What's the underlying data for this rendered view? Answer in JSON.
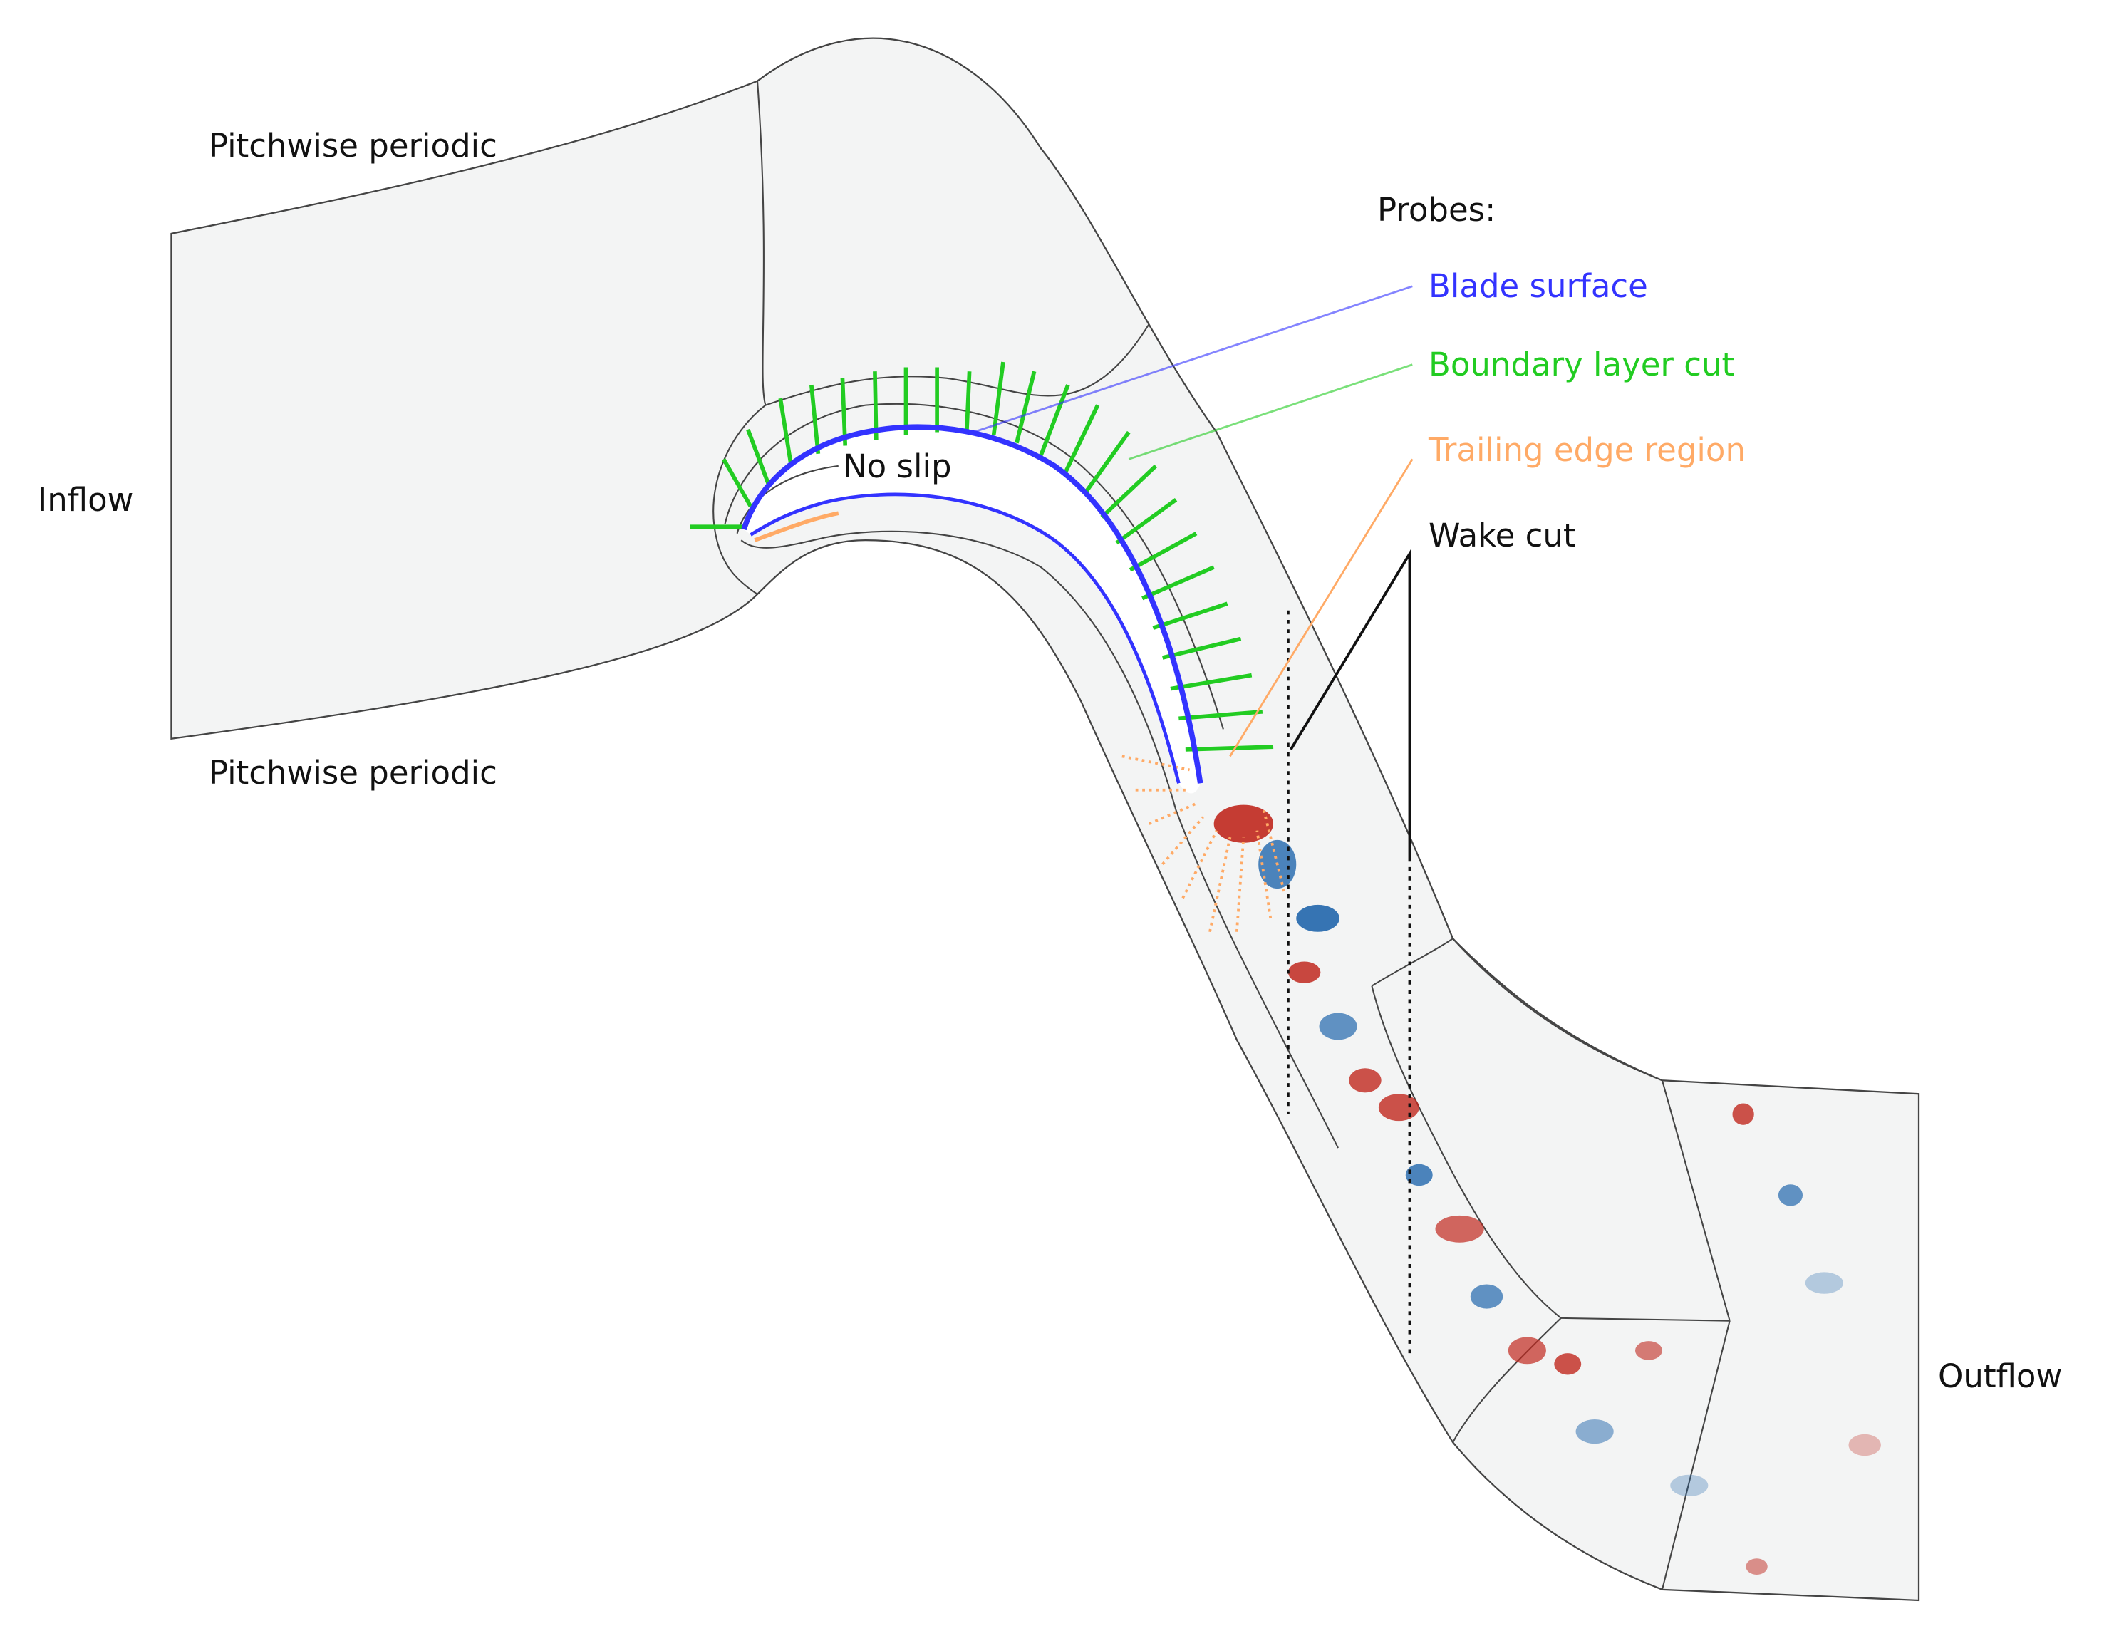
{
  "labels": {
    "pitchwise_top": "Pitchwise periodic",
    "pitchwise_bottom": "Pitchwise periodic",
    "inflow": "Inflow",
    "outflow": "Outflow",
    "no_slip": "No slip",
    "probes_title": "Probes:",
    "blade_surface": "Blade surface",
    "boundary_layer_cut": "Boundary layer cut",
    "trailing_edge_region": "Trailing edge region",
    "wake_cut": "Wake cut"
  },
  "colors": {
    "domain_fill": "#f3f4f4",
    "outline": "#444444",
    "blade_surface": "#3333ff",
    "boundary_layer": "#22cc22",
    "trailing_edge": "#ffaa66",
    "wake_cut": "#111111",
    "vortex_positive": "#c0281e",
    "vortex_negative": "#2166ac"
  }
}
